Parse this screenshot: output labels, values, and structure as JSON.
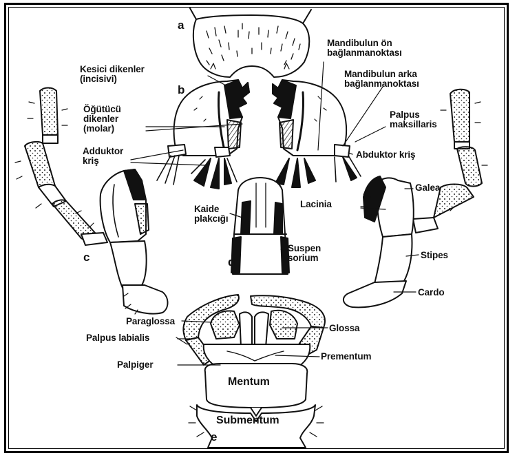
{
  "figure": {
    "part_letters": [
      "a",
      "b",
      "c",
      "d",
      "e"
    ],
    "labels": {
      "mandibulun_on": "Mandibulun ön\nbağlanmanoktası",
      "kesici": "Kesici dikenler\n(incisivi)",
      "mandibulun_arka": "Mandibulun arka\nbağlanmanoktası",
      "ogutucu": "Öğütücü\ndikenler\n(molar)",
      "palpus_maks": "Palpus\nmaksillaris",
      "adduktor": "Adduktor\nkriş",
      "abduktor": "Abduktor kriş",
      "galea": "Galea",
      "lacinia": "Lacinia",
      "kaide": "Kaide\nplakcığı",
      "suspen": "Suspen\nsorium",
      "stipes": "Stipes",
      "cardo": "Cardo",
      "paraglossa": "Paraglossa",
      "glossa": "Glossa",
      "palpus_lab": "Palpus labialis",
      "prementum": "Prementum",
      "palpiger": "Palpiger",
      "mentum": "Mentum",
      "submentum": "Submentum"
    }
  }
}
